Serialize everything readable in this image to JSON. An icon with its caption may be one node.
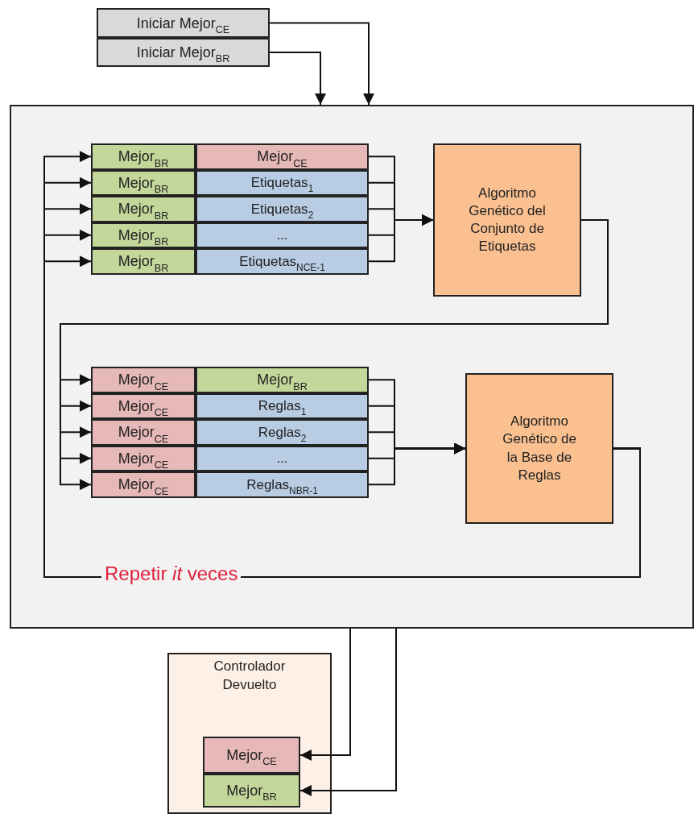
{
  "diagram": {
    "nodes": [
      {
        "text": [
          "Iniciar Mejor$_{CE}$"
        ]
      },
      {
        "text": [
          "Iniciar Mejor$_{BR}$"
        ]
      },
      {
        "text": [],
        "shape": "box"
      },
      {
        "text": [
          "Mejor$_{BR}$"
        ],
        "in": 2
      },
      {
        "text": [
          "Mejor$_{CE}$"
        ],
        "in": 2
      },
      {
        "text": [
          "Mejor$_{BR}$"
        ],
        "in": 2
      },
      {
        "text": [
          "Etiquetas$_{1}$"
        ],
        "in": 2
      },
      {
        "text": [
          "Mejor$_{BR}$"
        ],
        "in": 2
      },
      {
        "text": [
          "Etiquetas$_{2}$"
        ],
        "in": 2
      },
      {
        "text": [
          "Mejor$_{BR}$"
        ],
        "in": 2
      },
      {
        "text": [
          "..."
        ],
        "in": 2
      },
      {
        "text": [
          "Mejor$_{BR}$"
        ],
        "in": 2
      },
      {
        "text": [
          "Etiquetas$_{NCE-1}$"
        ],
        "in": 2
      },
      {
        "text": [
          "Algoritmo Genético del Conjunto de Etiquetas"
        ],
        "in": 2
      },
      {
        "text": [
          "Mejor$_{CE}$"
        ],
        "in": 2
      },
      {
        "text": [
          "Mejor$_{BR}$"
        ],
        "in": 2
      },
      {
        "text": [
          "Mejor$_{CE}$"
        ],
        "in": 2
      },
      {
        "text": [
          "Reglas$_{1}$"
        ],
        "in": 2
      },
      {
        "text": [
          "Mejor$_{CE}$"
        ],
        "in": 2
      },
      {
        "text": [
          "Reglas$_{2}$"
        ],
        "in": 2
      },
      {
        "text": [
          "Mejor$_{CE}$"
        ],
        "in": 2
      },
      {
        "text": [
          "..."
        ],
        "in": 2
      },
      {
        "text": [
          "Mejor$_{CE}$"
        ],
        "in": 2
      },
      {
        "text": [
          "Reglas$_{NBR-1}$"
        ],
        "in": 2
      },
      {
        "text": [
          "Algoritmo Genético de la Base de Reglas"
        ],
        "in": 2
      },
      {
        "text": [
          "Controlador Devuelto"
        ]
      },
      {
        "text": [
          "Mejor$_{CE}$"
        ],
        "in": 25
      },
      {
        "text": [
          "Mejor$_{BR}$"
        ],
        "in": 25
      }
    ],
    "edges": [
      {
        "from": 0,
        "to": 2,
        "arrow": "to"
      },
      {
        "from": 1,
        "to": 2,
        "arrow": "to"
      },
      {
        "from": 4,
        "to": 13,
        "arrow": "to"
      },
      {
        "from": 6,
        "to": 13,
        "arrow": "to"
      },
      {
        "from": 8,
        "to": 13,
        "arrow": "to"
      },
      {
        "from": 10,
        "to": 13,
        "arrow": "to"
      },
      {
        "from": 12,
        "to": 13,
        "arrow": "to"
      },
      {
        "from": 13,
        "to": 14,
        "arrow": "to"
      },
      {
        "from": 13,
        "to": 16,
        "arrow": "to"
      },
      {
        "from": 13,
        "to": 18,
        "arrow": "to"
      },
      {
        "from": 13,
        "to": 20,
        "arrow": "to"
      },
      {
        "from": 13,
        "to": 22,
        "arrow": "to"
      },
      {
        "from": 15,
        "to": 24,
        "arrow": "to"
      },
      {
        "from": 17,
        "to": 24,
        "arrow": "to"
      },
      {
        "from": 19,
        "to": 24,
        "arrow": "to"
      },
      {
        "from": 21,
        "to": 24,
        "arrow": "to"
      },
      {
        "from": 23,
        "to": 24,
        "arrow": "to"
      },
      {
        "from": 24,
        "to": 3,
        "arrow": "to",
        "label": "Repetir *it* veces"
      },
      {
        "from": 24,
        "to": 5,
        "arrow": "to"
      },
      {
        "from": 24,
        "to": 7,
        "arrow": "to"
      },
      {
        "from": 24,
        "to": 9,
        "arrow": "to"
      },
      {
        "from": 24,
        "to": 11,
        "arrow": "to"
      },
      {
        "from": 2,
        "to": 26,
        "arrow": "to"
      },
      {
        "from": 2,
        "to": 27,
        "arrow": "to"
      }
    ]
  }
}
